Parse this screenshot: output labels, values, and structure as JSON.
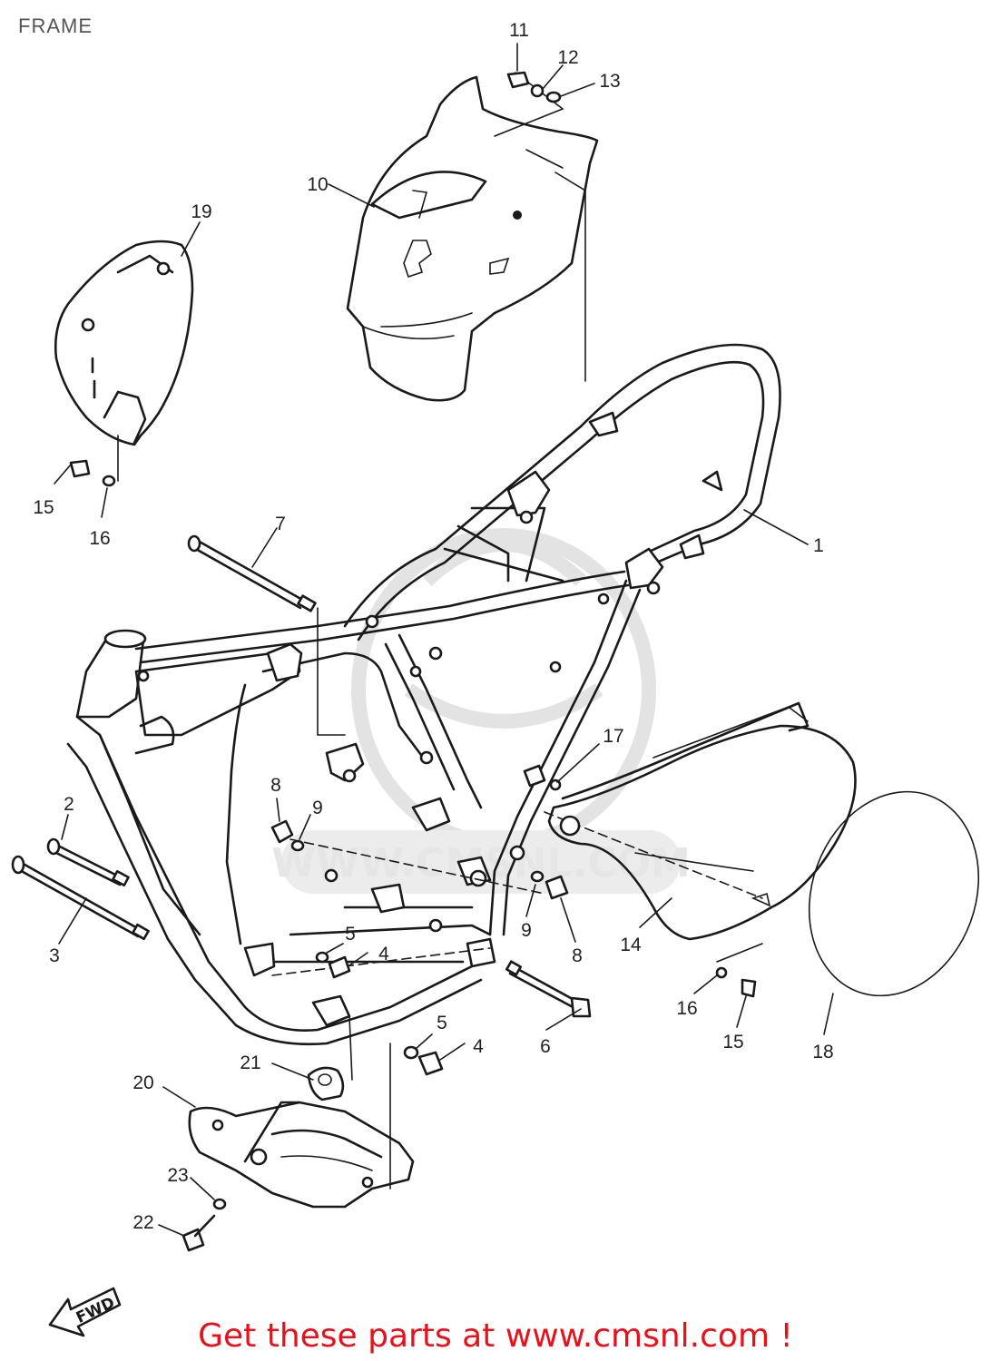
{
  "diagram_title": "FRAME",
  "watermark_text": "WWW.CMSNL.COM",
  "direction_label": "FWD",
  "footer_text": "Get these parts at www.cmsnl.com !",
  "colors": {
    "footer": "#e8101a",
    "line": "#1a1a1a",
    "watermark": "#e3e3e3"
  },
  "parts": [
    {
      "id": "p1",
      "number": "1"
    },
    {
      "id": "p2",
      "number": "2"
    },
    {
      "id": "p3",
      "number": "3"
    },
    {
      "id": "p4a",
      "number": "4"
    },
    {
      "id": "p4b",
      "number": "4"
    },
    {
      "id": "p5a",
      "number": "5"
    },
    {
      "id": "p5b",
      "number": "5"
    },
    {
      "id": "p6",
      "number": "6"
    },
    {
      "id": "p7",
      "number": "7"
    },
    {
      "id": "p8a",
      "number": "8"
    },
    {
      "id": "p8b",
      "number": "8"
    },
    {
      "id": "p9a",
      "number": "9"
    },
    {
      "id": "p9b",
      "number": "9"
    },
    {
      "id": "p10",
      "number": "10"
    },
    {
      "id": "p11",
      "number": "11"
    },
    {
      "id": "p12",
      "number": "12"
    },
    {
      "id": "p13",
      "number": "13"
    },
    {
      "id": "p14",
      "number": "14"
    },
    {
      "id": "p15a",
      "number": "15"
    },
    {
      "id": "p15b",
      "number": "15"
    },
    {
      "id": "p16a",
      "number": "16"
    },
    {
      "id": "p16b",
      "number": "16"
    },
    {
      "id": "p17",
      "number": "17"
    },
    {
      "id": "p18",
      "number": "18"
    },
    {
      "id": "p19",
      "number": "19"
    },
    {
      "id": "p20",
      "number": "20"
    },
    {
      "id": "p21",
      "number": "21"
    },
    {
      "id": "p22",
      "number": "22"
    },
    {
      "id": "p23",
      "number": "23"
    }
  ]
}
